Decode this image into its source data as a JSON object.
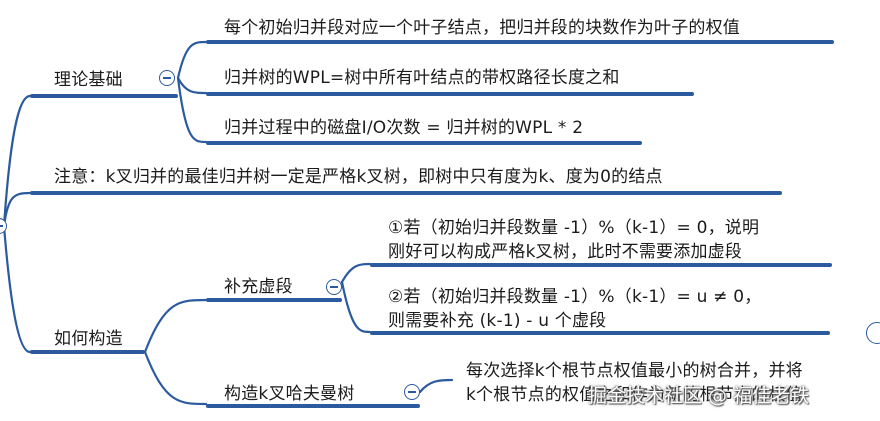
{
  "root": {
    "branches": [
      {
        "label": "理论基础",
        "children": [
          "每个初始归并段对应一个叶子结点，把归并段的块数作为叶子的权值",
          "归并树的WPL=树中所有叶结点的带权路径长度之和",
          "归并过程中的磁盘I/O次数 = 归并树的WPL * 2"
        ]
      },
      {
        "label": "注意：k叉归并的最佳归并树一定是严格k叉树，即树中只有度为k、度为0的结点"
      },
      {
        "label": "如何构造",
        "children": [
          {
            "label": "补充虚段",
            "children": [
              [
                "①若（初始归并段数量 -1）%（k-1）= 0，说明",
                "刚好可以构成严格k叉树，此时不需要添加虚段"
              ],
              [
                "②若（初始归并段数量 -1）%（k-1）= u ≠ 0，",
                "则需要补充 (k-1) - u 个虚段"
              ]
            ]
          },
          {
            "label": "构造k叉哈夫曼树",
            "children": [
              [
                "每次选择k个根节点权值最小的树合并，并将",
                "k个根节点的权值之和作为新的根节点的权值"
              ]
            ]
          }
        ]
      }
    ]
  },
  "watermark": "掘金技术社区 @ 福佳老铁",
  "colors": {
    "line": "#2c5a9f",
    "text": "#1b1b1b",
    "background": "#ffffff"
  }
}
